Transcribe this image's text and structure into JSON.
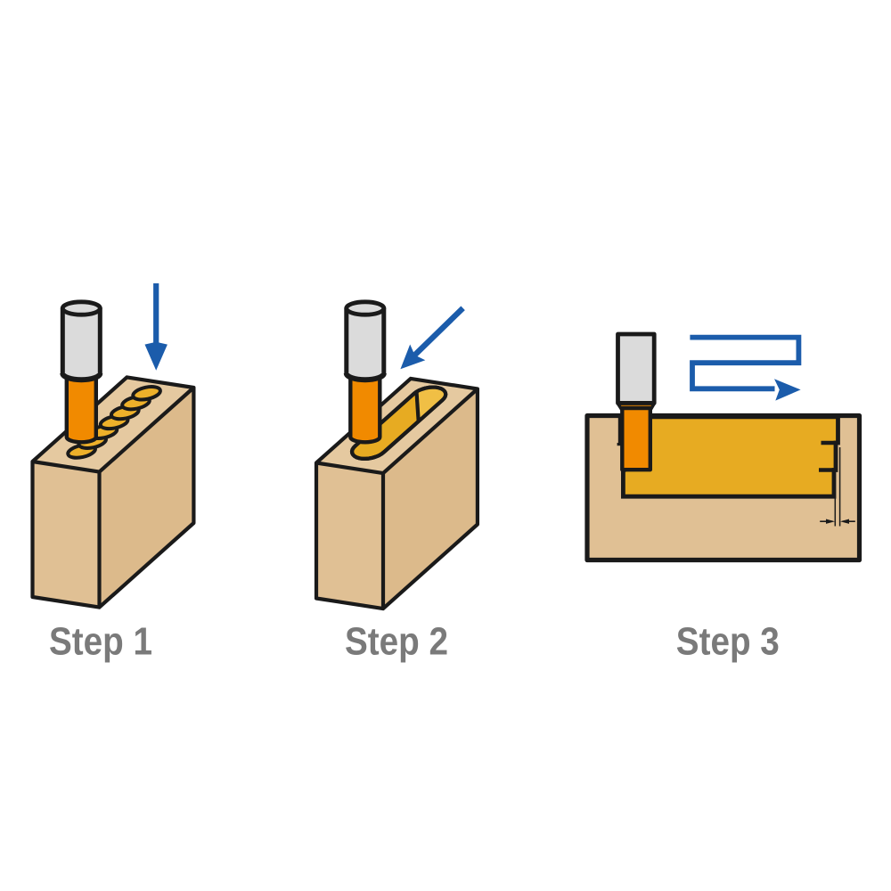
{
  "figure": {
    "kind": "router-bit mortising instructions",
    "background": "#ffffff"
  },
  "steps": [
    {
      "id": 1,
      "label": "Step 1",
      "depicts": "plunge bit straight down to drill a row of overlapping holes"
    },
    {
      "id": 2,
      "label": "Step 2",
      "depicts": "plunge bit into the routed slot at an angle toward the start"
    },
    {
      "id": 3,
      "label": "Step 3",
      "depicts": "feed the bit back and forth to finish the slot, leaving a thin wall"
    }
  ],
  "colors": {
    "ink": "#1a1a1a",
    "blue": "#1b5cab",
    "orange": "#f18a00",
    "steel": "#dbdbdb",
    "gold": "#edb02a",
    "gold-deep": "#e7ab22",
    "gold-lite": "#f0bf45",
    "wood-top": "#e5c9a0",
    "wood-end": "#e0c094",
    "wood-side": "#dcba8b",
    "label-gray": "#7a7a7a"
  }
}
